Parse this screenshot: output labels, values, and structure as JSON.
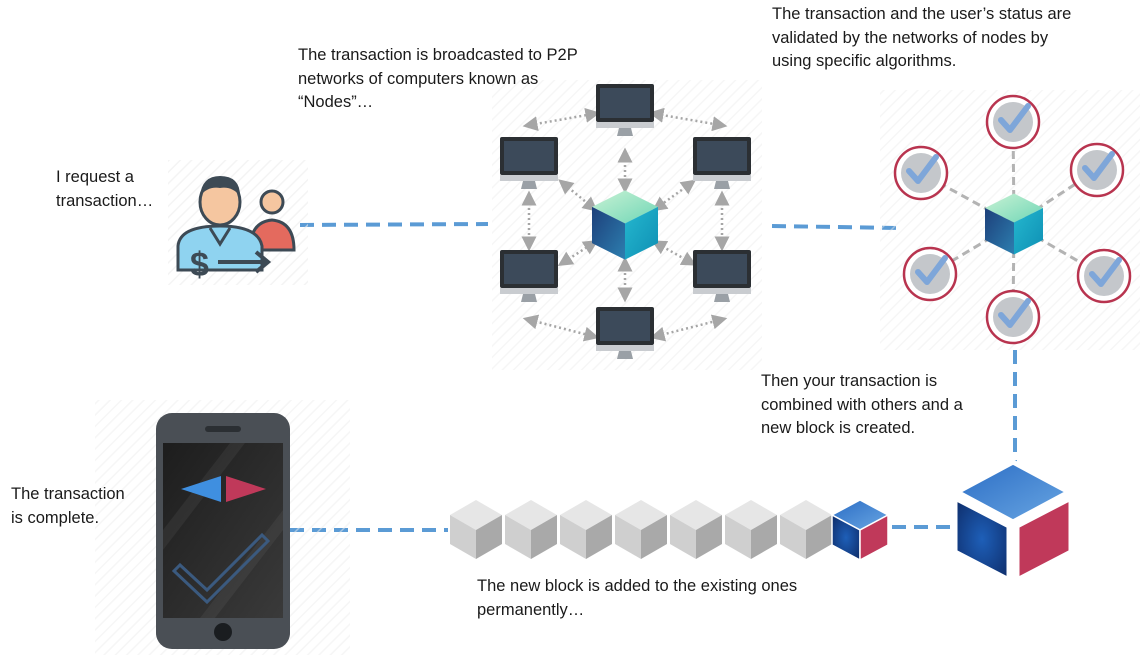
{
  "captions": {
    "request": [
      "I request a",
      "transaction…"
    ],
    "broadcast": [
      "The transaction is broadcasted to P2P",
      "networks of computers known as",
      "“Nodes”…"
    ],
    "validated": [
      "The transaction and the user’s status are",
      "validated by the networks of nodes by",
      "using specific algorithms."
    ],
    "combined": [
      "Then your transaction is",
      "combined with others and a",
      "new block is created."
    ],
    "added": [
      "The new block is added to the existing ones",
      "permanently…"
    ],
    "complete": [
      "The transaction",
      "is complete."
    ]
  },
  "colors": {
    "connector": "#5b9bd5",
    "dotted_arrow": "#a6a6a6",
    "check": "#7ea6d9",
    "check_ring": "#b8344f",
    "block_blue": "#1f4e9a",
    "block_red": "#c0395a",
    "cube_cyan": "#3bc6c8"
  },
  "icons": {
    "requester": "person-dollar-icon",
    "node": "monitor-icon",
    "hub": "blockchain-cube-icon",
    "validator": "check-badge-icon",
    "phone": "smartphone-icon",
    "new_block": "new-block-icon",
    "chain_block": "chain-block-icon"
  },
  "network": {
    "node_count": 6,
    "validator_count": 6,
    "existing_chain_blocks": 7
  }
}
